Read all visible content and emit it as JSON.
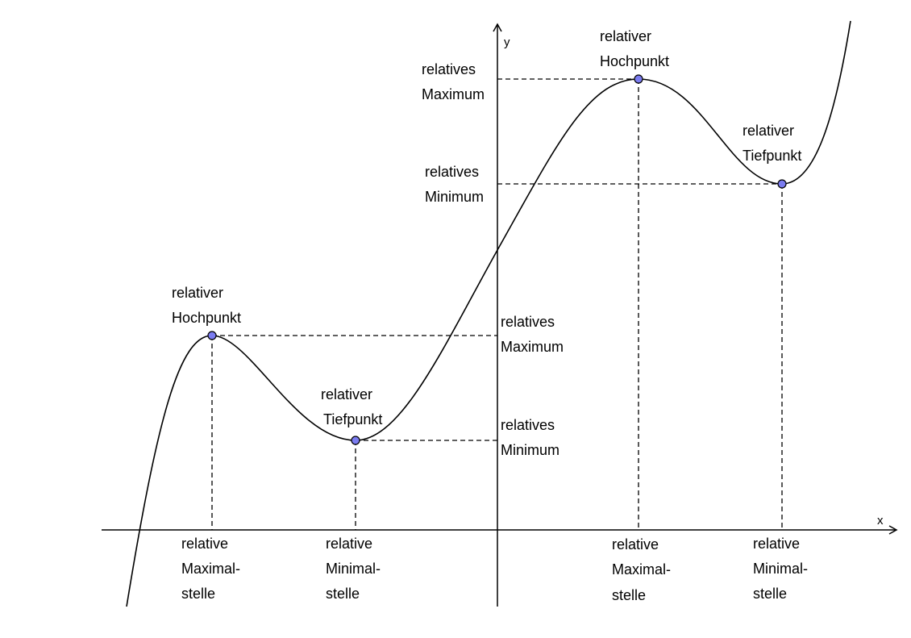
{
  "axes": {
    "x_label": "x",
    "y_label": "y"
  },
  "colors": {
    "point_fill": "#7b7cf0",
    "curve": "#000000"
  },
  "points": [
    {
      "label_line1": "relativer",
      "label_line2": "Hochpunkt"
    },
    {
      "label_line1": "relativer",
      "label_line2": "Tiefpunkt"
    },
    {
      "label_line1": "relativer",
      "label_line2": "Hochpunkt"
    },
    {
      "label_line1": "relativer",
      "label_line2": "Tiefpunkt"
    }
  ],
  "y_labels": [
    {
      "line1": "relatives",
      "line2": "Maximum"
    },
    {
      "line1": "relatives",
      "line2": "Minimum"
    },
    {
      "line1": "relatives",
      "line2": "Maximum"
    },
    {
      "line1": "relatives",
      "line2": "Minimum"
    }
  ],
  "x_labels": [
    {
      "line1": "relative",
      "line2": "Maximal-",
      "line3": "stelle"
    },
    {
      "line1": "relative",
      "line2": "Minimal-",
      "line3": "stelle"
    },
    {
      "line1": "relative",
      "line2": "Maximal-",
      "line3": "stelle"
    },
    {
      "line1": "relative",
      "line2": "Minimal-",
      "line3": "stelle"
    }
  ]
}
